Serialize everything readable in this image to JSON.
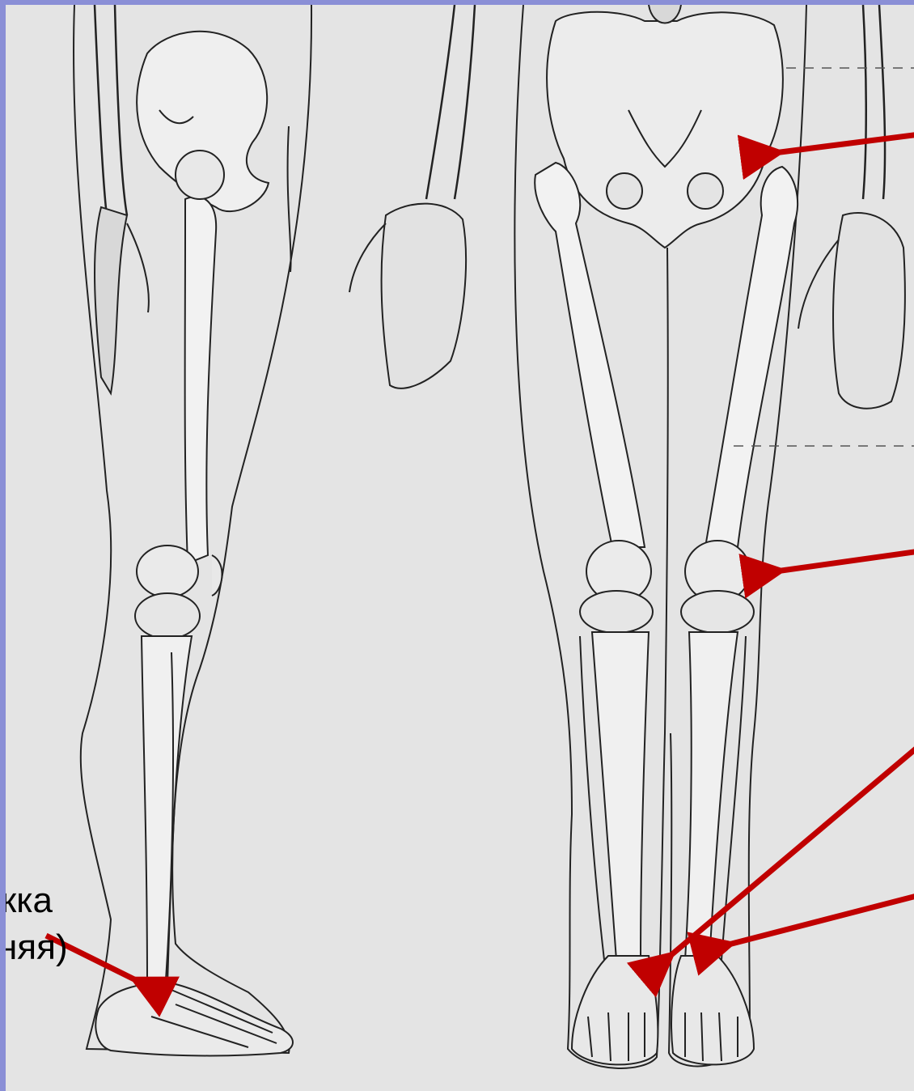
{
  "slide": {
    "background": "#e4e4e4",
    "frame_color": "#8a8fd6",
    "arrow_color": "#c00000"
  },
  "labels": {
    "line1": "кка",
    "line2": "няя)"
  },
  "figure": {
    "icons": [
      "skeleton-side-leg",
      "skeleton-front-legs",
      "red-arrow"
    ]
  }
}
